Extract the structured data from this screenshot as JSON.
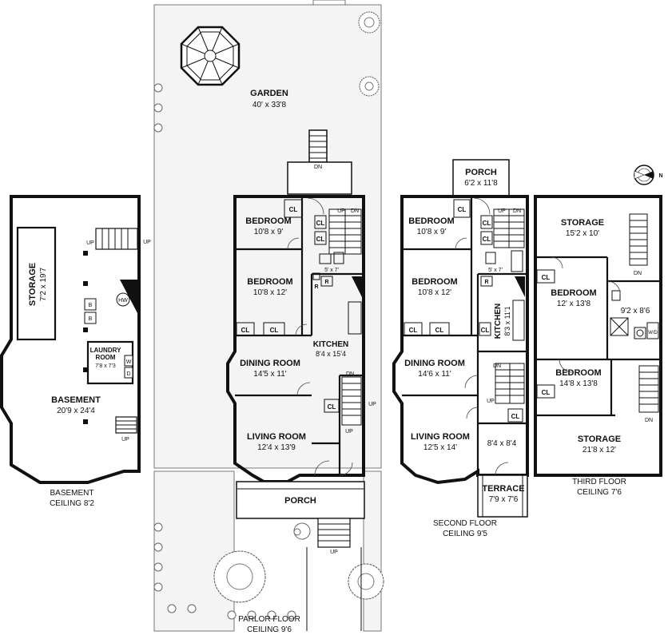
{
  "basement": {
    "rooms": {
      "storage": {
        "name": "STORAGE",
        "dims": "7'2 x 19'7"
      },
      "laundry": {
        "name1": "LAUNDRY",
        "name2": "ROOM",
        "dims": "7'8 x 7'3"
      },
      "basement": {
        "name": "BASEMENT",
        "dims": "20'9 x 24'4"
      }
    },
    "markers": {
      "hw": "HW",
      "b1": "B",
      "b2": "B",
      "w": "W",
      "d": "D",
      "up1": "UP",
      "up2": "UP",
      "up3": "UP"
    },
    "caption": {
      "line1": "BASEMENT",
      "line2": "CEILING 8'2"
    }
  },
  "parlor": {
    "garden": {
      "name": "GARDEN",
      "dims": "40' x 33'8"
    },
    "rooms": {
      "bedroom_small": {
        "name": "BEDROOM",
        "dims": "10'8 x 9'"
      },
      "bedroom_large": {
        "name": "BEDROOM",
        "dims": "10'8 x 12'"
      },
      "kitchen": {
        "name": "KITCHEN",
        "dims": "8'4 x 15'4"
      },
      "dining": {
        "name": "DINING ROOM",
        "dims": "14'5 x 11'"
      },
      "living": {
        "name": "LIVING ROOM",
        "dims": "12'4 x 13'9"
      },
      "porch": {
        "name": "PORCH"
      },
      "bath": {
        "dims": "5' x 7'"
      }
    },
    "markers": {
      "cl1": "CL",
      "cl2": "CL",
      "cl3": "CL",
      "cl4": "CL",
      "cl5": "CL",
      "cl6": "CL",
      "r1": "R",
      "r2": "R",
      "dn1": "DN",
      "dn2": "DN",
      "dn3": "DN",
      "up1": "UP",
      "up2": "UP",
      "up3": "UP",
      "up4": "UP"
    },
    "caption": {
      "line1": "PARLOR FLOOR",
      "line2": "CEILING 9'6"
    }
  },
  "second": {
    "rooms": {
      "porch": {
        "name": "PORCH",
        "dims": "6'2 x 11'8"
      },
      "bedroom_small": {
        "name": "BEDROOM",
        "dims": "10'8 x 9'"
      },
      "bedroom_large": {
        "name": "BEDROOM",
        "dims": "10'8 x 12'"
      },
      "kitchen": {
        "name": "KITCHEN",
        "dims": "8'3 x 11'1"
      },
      "dining": {
        "name": "DINING ROOM",
        "dims": "14'6 x 11'"
      },
      "living": {
        "name": "LIVING ROOM",
        "dims": "12'5 x 14'"
      },
      "small_room": {
        "dims": "8'4 x 8'4"
      },
      "terrace": {
        "name": "TERRACE",
        "dims": "7'9 x 7'6"
      },
      "bath": {
        "dims": "5' x 7'"
      }
    },
    "markers": {
      "cl1": "CL",
      "cl2": "CL",
      "cl3": "CL",
      "cl4": "CL",
      "cl5": "CL",
      "cl6": "CL",
      "cl7": "CL",
      "r1": "R",
      "up1": "UP",
      "up2": "UP",
      "dn1": "DN",
      "dn2": "DN"
    },
    "caption": {
      "line1": "SECOND FLOOR",
      "line2": "CEILING 9'5"
    }
  },
  "third": {
    "rooms": {
      "storage_top": {
        "name": "STORAGE",
        "dims": "15'2 x 10'"
      },
      "bedroom_top": {
        "name": "BEDROOM",
        "dims": "12' x 13'8"
      },
      "bath": {
        "dims": "9'2 x 8'6"
      },
      "bedroom_bottom": {
        "name": "BEDROOM",
        "dims": "14'8 x 13'8"
      },
      "storage_bottom": {
        "name": "STORAGE",
        "dims": "21'8 x 12'"
      }
    },
    "markers": {
      "cl1": "CL",
      "cl2": "CL",
      "dn1": "DN",
      "dn2": "DN",
      "wd": "W/D"
    },
    "caption": {
      "line1": "THIRD FLOOR",
      "line2": "CEILING 7'6"
    }
  },
  "compass": {
    "north": "N"
  }
}
